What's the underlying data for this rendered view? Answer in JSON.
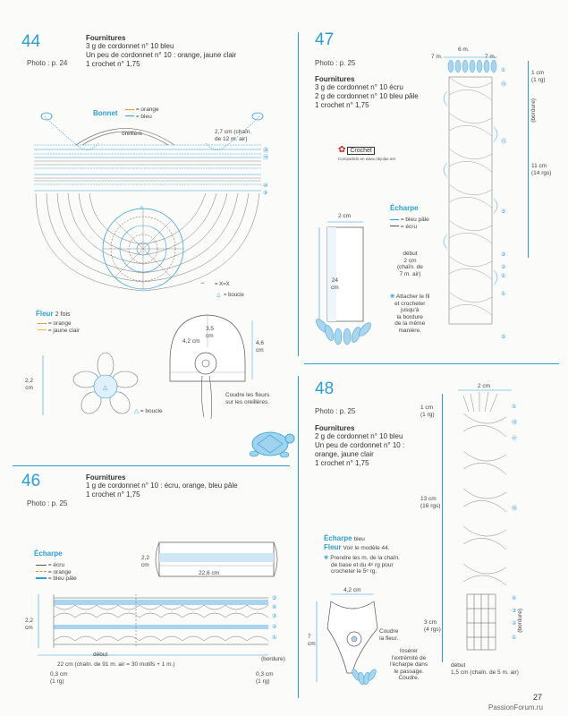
{
  "p44": {
    "number": "44",
    "photo": "Photo : p. 24",
    "fournitures_title": "Fournitures",
    "lines": [
      "3 g de cordonnet n° 10 bleu",
      "Un peu de cordonnet n° 10 : orange, jaune clair",
      "1 crochet n° 1,75"
    ],
    "bonnet_title": "Bonnet",
    "bonnet_legend": [
      "= orange",
      "= bleu"
    ],
    "oreillere": "oreillère",
    "chain_note": [
      "2,7 cm (chaîn.",
      "de 12 m. air)"
    ],
    "symbol_note": "= X=X",
    "boucle_note": "= boucle",
    "fleur_title": "Fleur",
    "fleur_count": "2 fois",
    "fleur_legend": [
      "= orange",
      "= jaune clair"
    ],
    "fleur_size": [
      "2,2",
      "cm"
    ],
    "fleur_boucle": "= boucle",
    "hat_w": "4,2 cm",
    "hat_top": [
      "3,5",
      "cm"
    ],
    "hat_h": [
      "4,6",
      "cm"
    ],
    "hat_note": [
      "Coudre les fleurs",
      "sur les oreillères."
    ]
  },
  "p46": {
    "number": "46",
    "photo": "Photo : p. 25",
    "fournitures_title": "Fournitures",
    "lines": [
      "1 g de cordonnet n° 10 : écru, orange, bleu pâle",
      "1 crochet n° 1,75"
    ],
    "echarpe_title": "Écharpe",
    "legend": [
      "= écru",
      "= orange",
      "= bleu pâle"
    ],
    "scarf_h": [
      "2,2",
      "cm"
    ],
    "scarf_w": "22,6 cm",
    "chart_h": [
      "2,2",
      "cm"
    ],
    "debut": "début",
    "bottom_note": "22 cm (chaîn. de 91 m. air = 30 motifs + 1 m.)",
    "bordure": "(bordure)",
    "left_rg": [
      "0,3 cm",
      "(1 rg)"
    ],
    "right_rg": [
      "0,3 cm",
      "(1 rg)"
    ]
  },
  "p47": {
    "number": "47",
    "photo": "Photo : p. 25",
    "fournitures_title": "Fournitures",
    "lines": [
      "3 g de cordonnet n° 10 écru",
      "2 g de cordonnet n° 10 bleu pâle",
      "1 crochet n° 1,75"
    ],
    "logo_text": "Crochet",
    "logo_sub": "Compartido en www.clejolas.net",
    "top_labels": [
      "7 m.",
      "6 m.",
      "7 m."
    ],
    "right_top": [
      "1 cm",
      "(1 rg)"
    ],
    "bordure_v": "(bordure)",
    "right_mid": [
      "11 cm",
      "(14 rgs)"
    ],
    "scarf_w": "2 cm",
    "scarf_h": [
      "24",
      "cm"
    ],
    "echarpe_title": "Écharpe",
    "legend": [
      "= bleu pâle",
      "= écru"
    ],
    "debut": [
      "début",
      "2 cm",
      "(chaîn. de",
      "7 m. air)"
    ],
    "note": [
      "Attacher le fil",
      "et crocheter",
      "jusqu'à",
      "la bordure",
      "de la même",
      "manière."
    ]
  },
  "p48": {
    "number": "48",
    "photo": "Photo : p. 25",
    "fournitures_title": "Fournitures",
    "lines": [
      "2 g de cordonnet n° 10 bleu",
      "Un peu de cordonnet n° 10 :",
      "orange, jaune clair",
      "1 crochet n° 1,75"
    ],
    "top_w": "2 cm",
    "right_top": [
      "1 cm",
      "(1 rg)"
    ],
    "right_mid": [
      "13 cm",
      "(16 rgs)"
    ],
    "right_bot": [
      "3 cm",
      "(4 rgs)"
    ],
    "bordure_v": "(bordure)",
    "echarpe_title": "Écharpe",
    "echarpe_color": "bleu",
    "fleur_title": "Fleur",
    "fleur_ref": "Voir le modèle 44.",
    "note": [
      "Prendre les m. de la chaîn.",
      "de base et du 4ᵉ rg pour",
      "crocheter le 5ᵉ rg."
    ],
    "scarf_w": "4,2 cm",
    "scarf_h": [
      "7",
      "cm"
    ],
    "coudre": [
      "Coudre",
      "la fleur."
    ],
    "insert": [
      "Insérer",
      "l'extrémité de",
      "l'écharpe dans",
      "le passage.",
      "Coudre."
    ],
    "debut": [
      "début",
      "1,5 cm (chaîn. de 5 m. air)"
    ]
  },
  "footer": {
    "page": "27",
    "site": "PassionForum.ru"
  },
  "row_numbers": [
    "①",
    "②",
    "③",
    "④",
    "⑤"
  ],
  "colors": {
    "accent": "#2a9fd6",
    "orange": "#e58a2b",
    "paleblue": "#a9d6ee"
  }
}
